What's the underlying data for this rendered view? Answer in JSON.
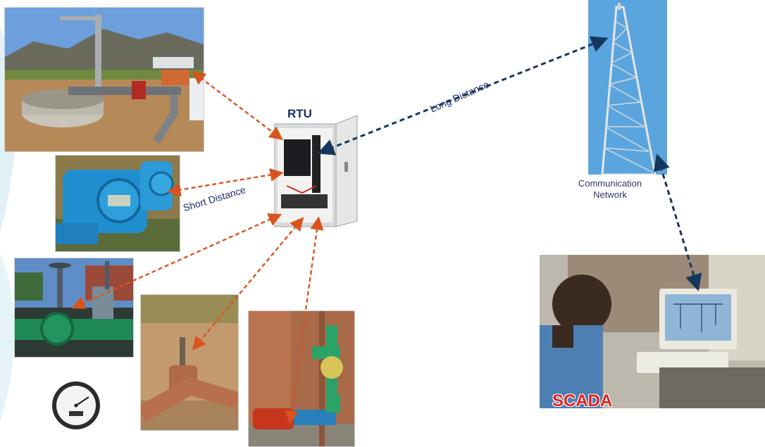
{
  "labels": {
    "rtu": "RTU",
    "short_distance": "Short Distance",
    "long_distance": "Long Distance",
    "comm_line1": "Communication",
    "comm_line2": "Network",
    "scada": "SCADA"
  },
  "colors": {
    "short_link": "#d9531e",
    "long_link": "#15375e",
    "label_text": "#1f2d6b",
    "scada_text": "#e0201b"
  },
  "icons": [
    "borehole-photo",
    "flow-meter-photo",
    "valve-photo",
    "pressure-gauge-photo",
    "soil-sensor-photo",
    "pump-photo",
    "rtu-cabinet-photo",
    "radio-tower-photo",
    "scada-operator-photo"
  ]
}
